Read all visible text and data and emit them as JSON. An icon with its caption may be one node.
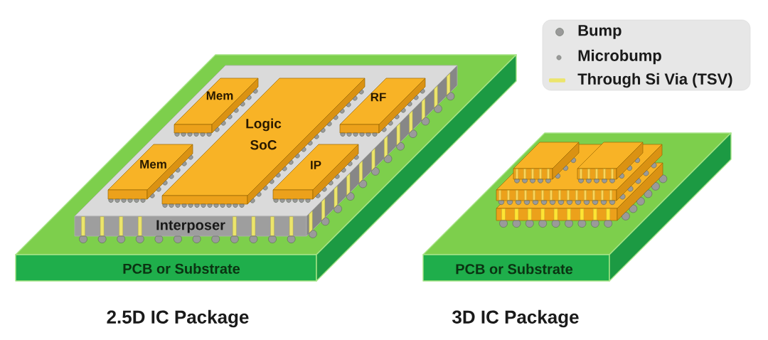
{
  "diagram": {
    "nodes": [
      {
        "text": [
          "PCB or Substrate"
        ],
        "beside": [
          "2.5D IC Package"
        ]
      },
      {
        "text": [
          "Interposer"
        ],
        "in": 0
      },
      {
        "text": [
          "Mem"
        ],
        "in": 1
      },
      {
        "text": [
          "Logic SoC"
        ],
        "in": 1
      },
      {
        "text": [
          "RF"
        ],
        "in": 1
      },
      {
        "text": [
          "Mem"
        ],
        "in": 1
      },
      {
        "text": [
          "IP"
        ],
        "in": 1
      },
      {
        "text": [
          "PCB or Substrate"
        ],
        "beside": [
          "3D IC Package"
        ]
      },
      {
        "text": [],
        "shape": "box",
        "in": 7
      },
      {
        "text": [],
        "shape": "box",
        "in": 8
      },
      {
        "text": [],
        "shape": "box",
        "in": 8
      },
      {
        "text": [],
        "shape": "box",
        "in": 7
      }
    ],
    "legend": [
      {
        "text": "Bump"
      },
      {
        "text": "Microbump"
      },
      {
        "text": "Through Si Via (TSV)"
      }
    ]
  }
}
